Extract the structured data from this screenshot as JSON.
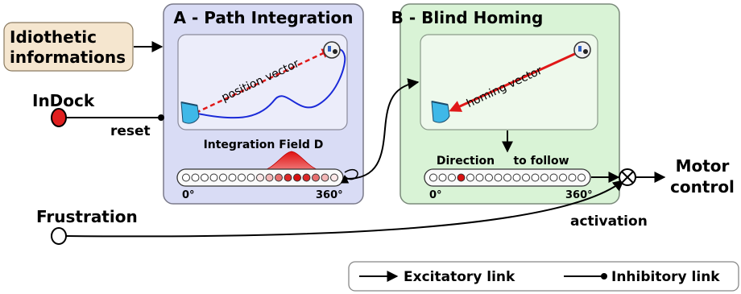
{
  "inputs": {
    "idiothetic_line1": "Idiothetic",
    "idiothetic_line2": "informations",
    "indock": "InDock",
    "reset": "reset",
    "frustration": "Frustration",
    "activation": "activation"
  },
  "panel_a": {
    "title": "A - Path Integration",
    "vector_label": "position vector",
    "field_label": "Integration Field D",
    "axis_start": "0°",
    "axis_end": "360°",
    "neuron_count": 17,
    "activations": [
      0,
      0,
      0,
      0,
      0,
      0,
      0,
      0,
      0.1,
      0.3,
      0.6,
      0.9,
      1,
      0.9,
      0.6,
      0.3,
      0.1
    ]
  },
  "panel_b": {
    "title": "B - Blind Homing",
    "vector_label": "homing vector",
    "direction_label_1": "Direction",
    "direction_label_2": "to follow",
    "axis_start": "0°",
    "axis_end": "360°",
    "neuron_count": 17,
    "active_index": 3
  },
  "output": {
    "line1": "Motor",
    "line2": "control"
  },
  "legend": {
    "excitatory": "Excitatory link",
    "inhibitory": "Inhibitory link"
  },
  "colors": {
    "panel_a_fill": "#d9dcf5",
    "panel_a_stroke": "#7a7a8a",
    "panel_b_fill": "#d9f3d6",
    "panel_b_stroke": "#7a8a7a",
    "input_box_fill": "#f5e6cf",
    "indock_fill": "#e02020",
    "vector_red": "#e01818",
    "trajectory_blue": "#1a2ad8",
    "robot_cyan": "#3fb8e8"
  }
}
